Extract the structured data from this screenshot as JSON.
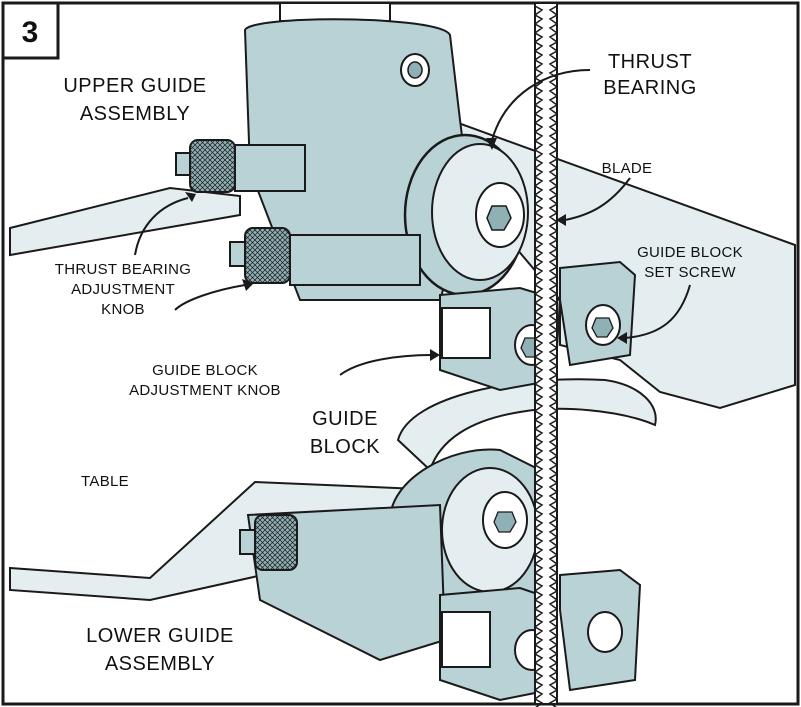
{
  "figure_number": "3",
  "labels": {
    "upper_guide_assembly": [
      "UPPER GUIDE",
      "ASSEMBLY"
    ],
    "thrust_bearing": [
      "THRUST",
      "BEARING"
    ],
    "blade": "BLADE",
    "guide_block_set_screw": [
      "GUIDE BLOCK",
      "SET SCREW"
    ],
    "thrust_bearing_adjustment_knob": [
      "THRUST BEARING",
      "ADJUSTMENT",
      "KNOB"
    ],
    "guide_block_adjustment_knob": [
      "GUIDE BLOCK",
      "ADJUSTMENT KNOB"
    ],
    "guide_block": [
      "GUIDE",
      "BLOCK"
    ],
    "table": "TABLE",
    "lower_guide_assembly": [
      "LOWER GUIDE",
      "ASSEMBLY"
    ]
  },
  "colors": {
    "metal": "#b9d2d6",
    "metal_dark": "#8fb0b5",
    "table": "#e4eef0",
    "outline": "#1a1a1a"
  }
}
